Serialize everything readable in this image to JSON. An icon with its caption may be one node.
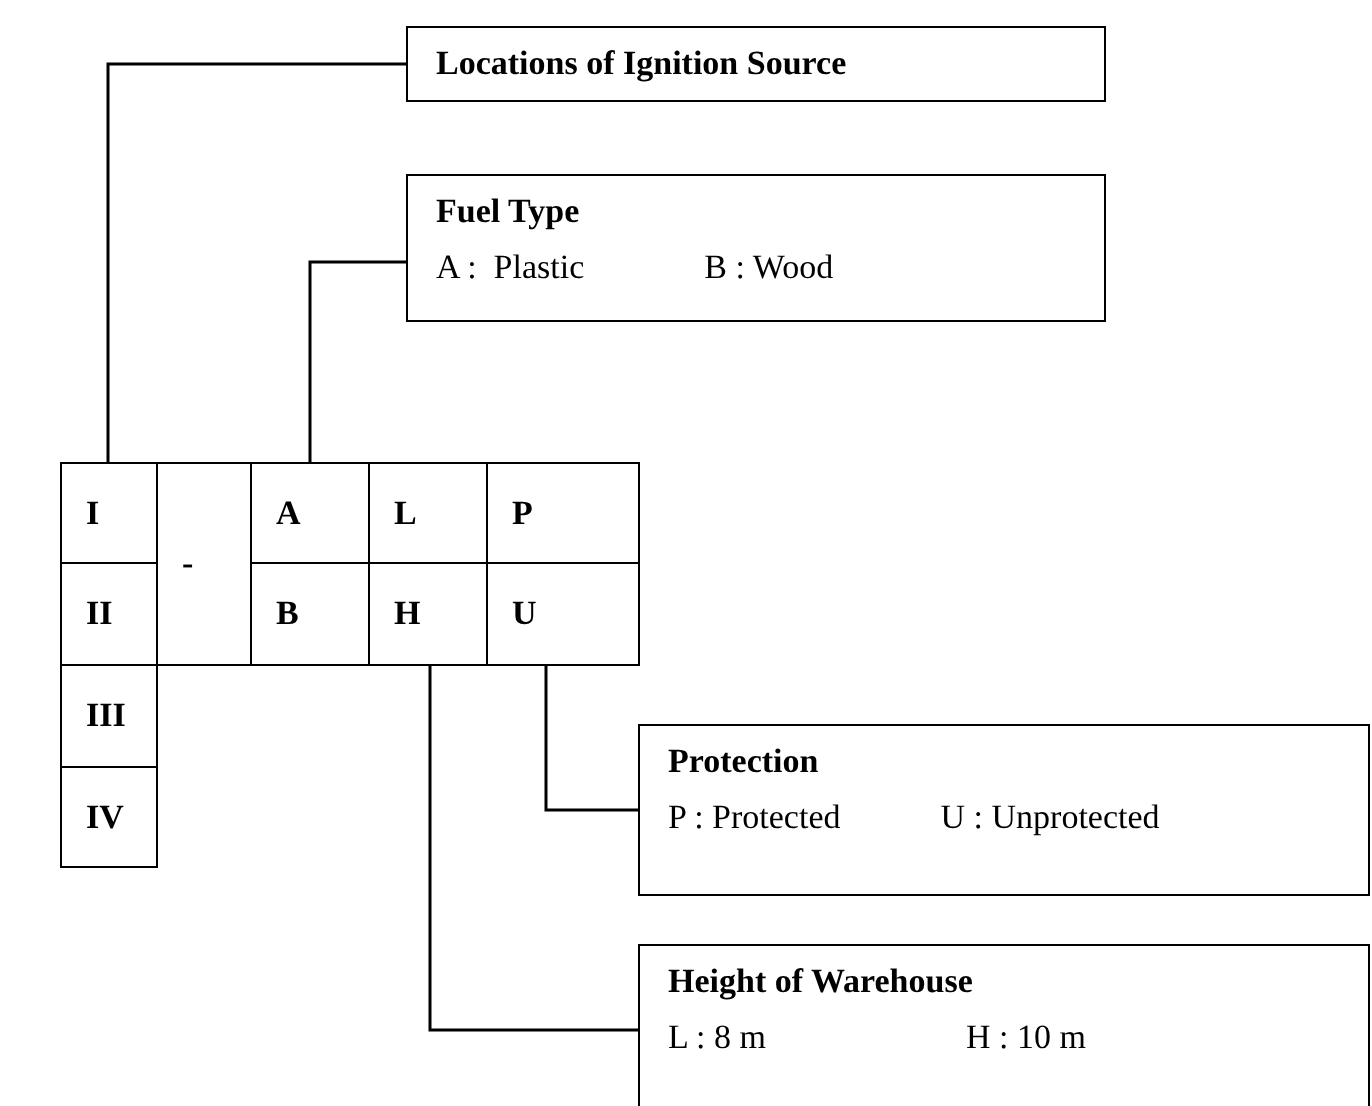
{
  "diagram": {
    "nodes": [
      {
        "text": [
          "Locations of Ignition Source"
        ]
      },
      {
        "text": [
          "Fuel Type",
          "A :  Plastic",
          "B : Wood"
        ]
      },
      {
        "text": [
          "I"
        ]
      },
      {
        "text": [
          "-"
        ]
      },
      {
        "text": [
          "A"
        ]
      },
      {
        "text": [
          "L"
        ]
      },
      {
        "text": [
          "P"
        ]
      },
      {
        "text": [
          "II"
        ]
      },
      {
        "text": [
          "B"
        ]
      },
      {
        "text": [
          "H"
        ]
      },
      {
        "text": [
          "U"
        ]
      },
      {
        "text": [
          "III"
        ]
      },
      {
        "text": [
          "IV"
        ]
      },
      {
        "text": [
          "Protection",
          "P : Protected",
          "U : Unprotected"
        ]
      },
      {
        "text": [
          "Height of Warehouse",
          "L : 8 m",
          "H : 10 m"
        ]
      }
    ],
    "edges": [
      {
        "from": 0,
        "to": 2,
        "arrow": "none"
      },
      {
        "from": 1,
        "to": 4,
        "arrow": "none"
      },
      {
        "from": 10,
        "to": 13,
        "arrow": "none"
      },
      {
        "from": 9,
        "to": 14,
        "arrow": "none"
      }
    ]
  }
}
